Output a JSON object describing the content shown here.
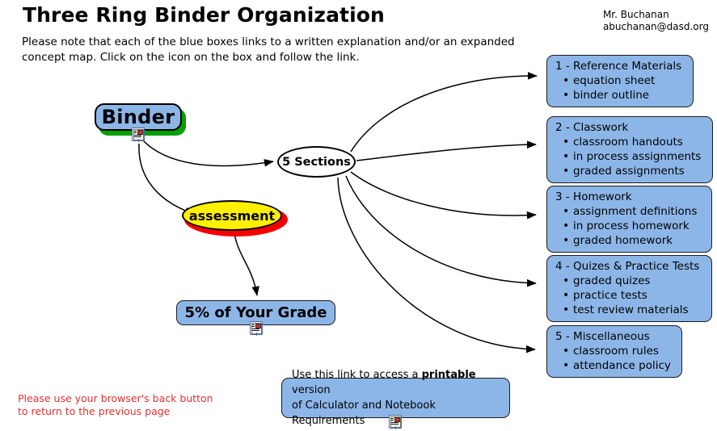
{
  "header": {
    "title": "Three Ring Binder Organization",
    "intro_line1": "Please note that each of the blue boxes links to a written explanation and/or an expanded",
    "intro_line2": "concept map. Click on the icon on the box and follow the link.",
    "author_name": "Mr. Buchanan",
    "author_email": "abuchanan@dasd.org"
  },
  "nodes": {
    "binder": "Binder",
    "sections": "5 Sections",
    "assessment": "assessment",
    "grade": "5% of Your Grade"
  },
  "printable": {
    "line1_pre": "Use this link to access a ",
    "line1_bold": "printable",
    "line1_post": " version",
    "line2": "of Calculator and Notebook Requirements"
  },
  "footer": {
    "line1": "Please use your browser's back button",
    "line2": "to return to the previous page"
  },
  "sections_boxes": [
    {
      "heading": "1 - Reference Materials",
      "items": [
        "equation sheet",
        "binder outline"
      ]
    },
    {
      "heading": "2 - Classwork",
      "items": [
        "classroom handouts",
        "in process assignments",
        "graded assignments"
      ]
    },
    {
      "heading": "3 - Homework",
      "items": [
        "assignment definitions",
        "in process homework",
        "graded homework"
      ]
    },
    {
      "heading": "4 - Quizes & Practice Tests",
      "items": [
        "graded quizes",
        "practice tests",
        "test review materials"
      ]
    },
    {
      "heading": "5 - Miscellaneous",
      "items": [
        "classroom rules",
        "attendance policy"
      ]
    }
  ],
  "colors": {
    "box_blue": "#8db6e8",
    "binder_shadow_green": "#00a000",
    "assessment_yellow": "#ffef00",
    "assessment_ring_red": "#f40000",
    "footer_red": "#e33131",
    "stroke_black": "#000000"
  },
  "icons": {
    "link_icon_label": "document-link-icon"
  }
}
